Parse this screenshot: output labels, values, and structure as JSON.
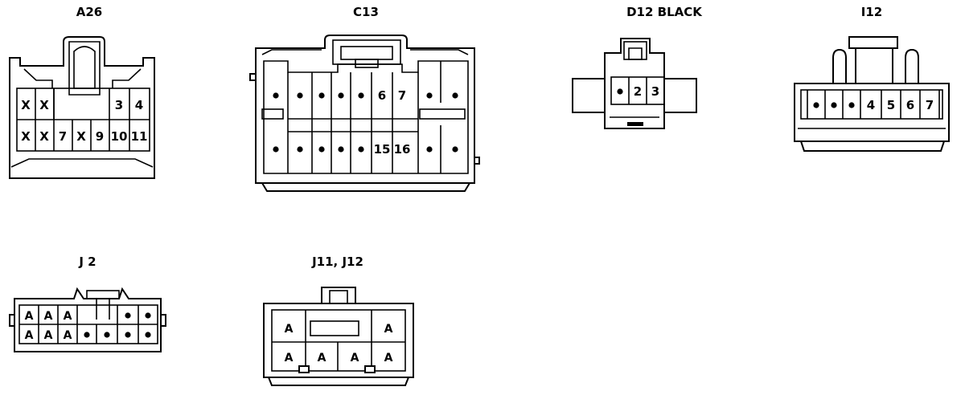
{
  "connectors": {
    "a26": {
      "title": "A26",
      "row1": [
        "X",
        "X",
        "",
        "",
        "",
        "3",
        "4"
      ],
      "row2": [
        "X",
        "X",
        "7",
        "X",
        "9",
        "10",
        "11"
      ]
    },
    "c13": {
      "title": "C13",
      "row1": [
        "•",
        "•",
        "•",
        "•",
        "•",
        "6",
        "7",
        "•",
        "•"
      ],
      "row2": [
        "•",
        "•",
        "•",
        "•",
        "•",
        "15",
        "16",
        "•",
        "•"
      ]
    },
    "d12": {
      "title": "D12 BLACK",
      "pins": [
        "•",
        "2",
        "3"
      ]
    },
    "i12": {
      "title": "I12",
      "pins": [
        "•",
        "•",
        "•",
        "4",
        "5",
        "6",
        "7"
      ]
    },
    "j2": {
      "title": "J 2",
      "row1": [
        "A",
        "A",
        "A",
        "",
        "",
        "•",
        "•"
      ],
      "row2": [
        "A",
        "A",
        "A",
        "•",
        "•",
        "•",
        "•"
      ]
    },
    "j11": {
      "title": "J11, J12",
      "row1": [
        "A",
        "",
        "",
        "A"
      ],
      "row2": [
        "A",
        "A",
        "A",
        "A"
      ]
    }
  }
}
